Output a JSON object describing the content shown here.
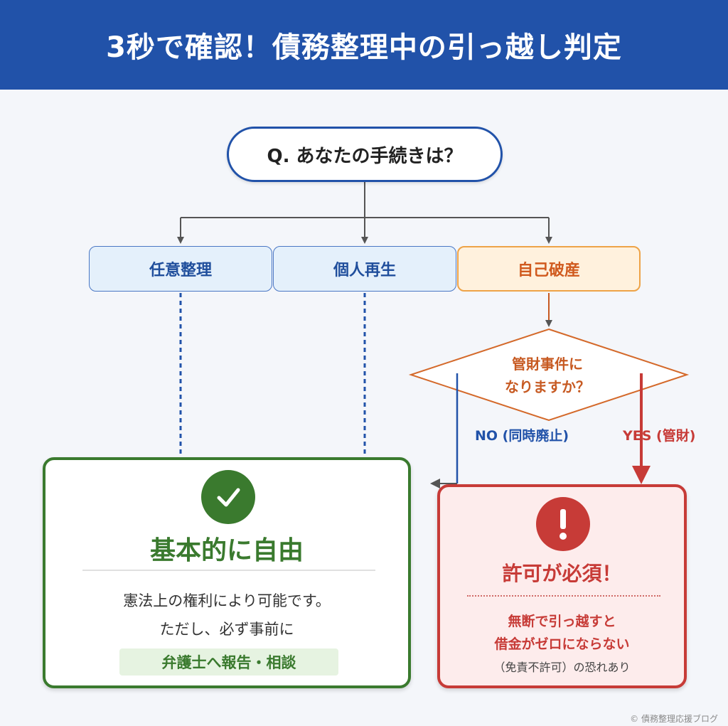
{
  "header": {
    "title": "3秒で確認！債務整理中の引っ越し判定"
  },
  "question": {
    "label": "Q. あなたの手続きは？"
  },
  "options": [
    {
      "label": "任意整理"
    },
    {
      "label": "個人再生"
    },
    {
      "label": "自己破産"
    }
  ],
  "decision": {
    "line1": "管財事件に",
    "line2": "なりますか？"
  },
  "branches": {
    "no": "NO (同時廃止)",
    "yes": "YES (管財)"
  },
  "result_free": {
    "icon": "check-icon",
    "title": "基本的に自由",
    "line1": "憲法上の権利により可能です。",
    "line2": "ただし、必ず事前に",
    "badge": "弁護士へ報告・相談"
  },
  "result_permission": {
    "icon": "exclamation-icon",
    "title": "許可が必須！",
    "line1": "無断で引っ越すと",
    "line2": "借金がゼロにならない",
    "note": "（免責不許可）の恐れあり"
  },
  "footer": {
    "credit": "© 債務整理応援ブログ"
  },
  "colors": {
    "header": "#2152a9",
    "blue": "#1f4e9c",
    "orange": "#d05a1e",
    "green": "#3a7a2e",
    "red": "#c73b37"
  }
}
